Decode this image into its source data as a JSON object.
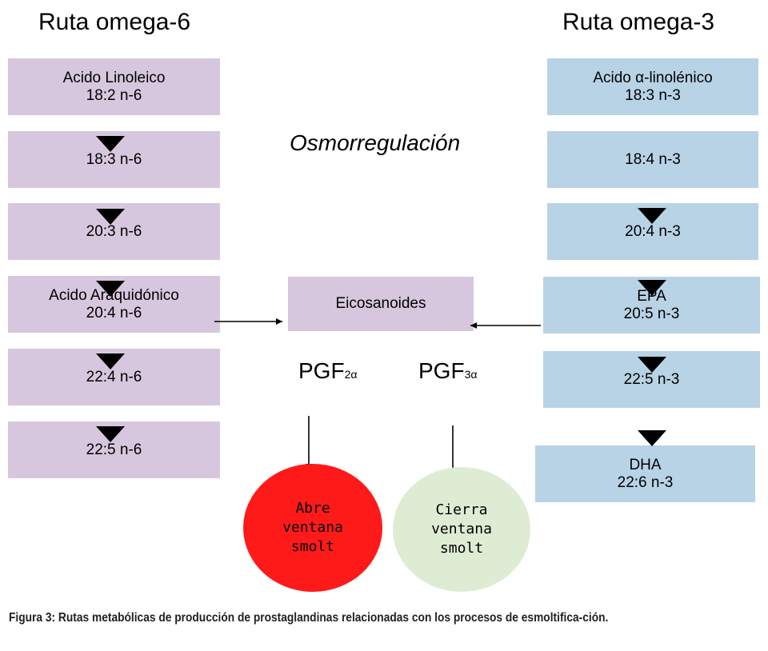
{
  "titles": {
    "left": "Ruta omega-6",
    "right": "Ruta omega-3"
  },
  "omega6": [
    {
      "line1": "Acido Linoleico",
      "line2": "18:2 n-6"
    },
    {
      "line1": "18:3 n-6",
      "line2": ""
    },
    {
      "line1": "20:3 n-6",
      "line2": ""
    },
    {
      "line1": "Acido  Araquidónico",
      "line2": "20:4 n-6"
    },
    {
      "line1": "22:4 n-6",
      "line2": ""
    },
    {
      "line1": "22:5 n-6",
      "line2": ""
    }
  ],
  "omega3": [
    {
      "line1": "Acido α-linolénico",
      "line2": "18:3 n-3"
    },
    {
      "line1": "18:4 n-3",
      "line2": ""
    },
    {
      "line1": "20:4 n-3",
      "line2": ""
    },
    {
      "line1": "EPA",
      "line2": "20:5 n-3"
    },
    {
      "line1": "22:5 n-3",
      "line2": ""
    },
    {
      "line1": "DHA",
      "line2": "22:6 n-3"
    }
  ],
  "center": {
    "process": "Osmorregulación",
    "eicosanoids": "Eicosanoides",
    "pgf2": {
      "base": "PGF",
      "sub": "2α"
    },
    "pgf3": {
      "base": "PGF",
      "sub": "3α"
    }
  },
  "outcomes": {
    "left": [
      "Abre",
      "ventana",
      "smolt"
    ],
    "right": [
      "Cierra",
      "ventana",
      "smolt"
    ]
  },
  "caption": "Figura 3: Rutas metabólicas de producción de prostaglandinas relacionadas con los procesos de esmoltifica-ción.",
  "colors": {
    "omega6_box": "#d7c7de",
    "omega3_box": "#b8d2e6",
    "open_circle": "#ff1a1a",
    "close_circle": "#dfecd4"
  }
}
